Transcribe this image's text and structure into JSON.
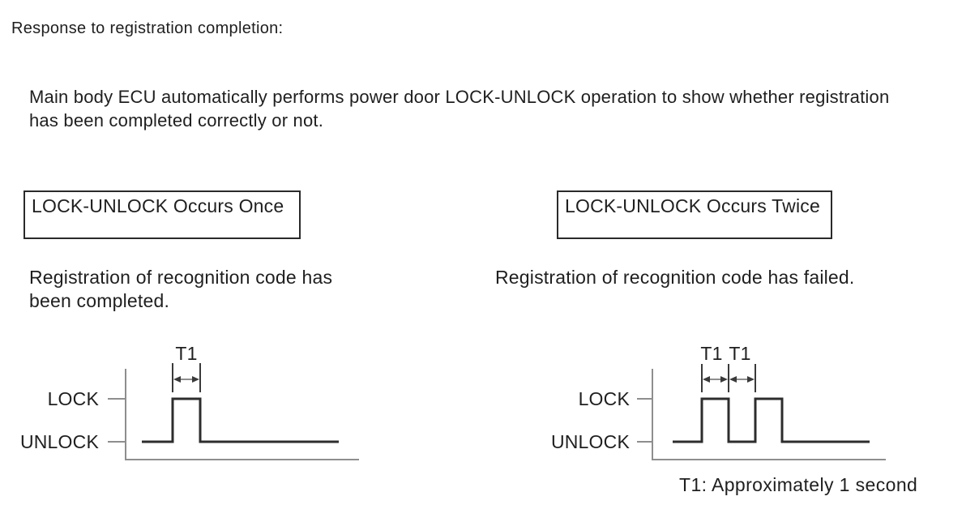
{
  "page": {
    "title": "Response to registration completion:",
    "description": "Main body ECU automatically performs power door LOCK-UNLOCK operation to show whether registration\nhas been completed correctly or not.",
    "footnote": "T1: Approximately 1 second"
  },
  "colors": {
    "background": "#ffffff",
    "text": "#1f1f1f",
    "box_border": "#2a2a2a",
    "axis_gray": "#8e8e8e",
    "signal_dark": "#2d2d2d"
  },
  "panels": [
    {
      "box_label": "LOCK-UNLOCK Occurs Once",
      "caption": "Registration of recognition code has\nbeen completed.",
      "diagram": {
        "high_label": "LOCK",
        "low_label": "UNLOCK",
        "pulse_count": 1,
        "pulse_duration_label": "T1",
        "interval_labels": [
          "T1"
        ]
      }
    },
    {
      "box_label": "LOCK-UNLOCK Occurs Twice",
      "caption": "Registration of recognition code has failed.",
      "diagram": {
        "high_label": "LOCK",
        "low_label": "UNLOCK",
        "pulse_count": 2,
        "pulse_duration_label": "T1",
        "interval_labels": [
          "T1",
          "T1"
        ]
      }
    }
  ]
}
